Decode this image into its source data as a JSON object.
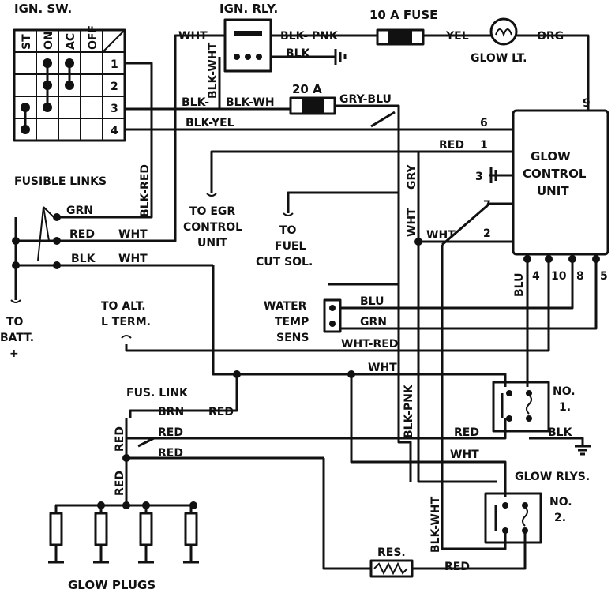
{
  "ign_switch": {
    "title": "IGN. SW.",
    "columns": [
      "ST",
      "ON",
      "AC",
      "OFF"
    ],
    "rows": [
      "1",
      "2",
      "3",
      "4"
    ]
  },
  "ign_relay": {
    "title": "IGN. RLY."
  },
  "fuse10": {
    "title": "10 A FUSE"
  },
  "fuse20": {
    "title": "20 A"
  },
  "glow_light": {
    "title": "GLOW LT."
  },
  "glow_control": {
    "title": [
      "GLOW",
      "CONTROL",
      "UNIT"
    ],
    "pins": [
      "9",
      "6",
      "1",
      "3",
      "7",
      "2",
      "4",
      "10",
      "8",
      "5"
    ]
  },
  "fusible_links": {
    "title": "FUSIBLE LINKS"
  },
  "to_batt": {
    "line1": "TO",
    "line2": "BATT.",
    "line3": "+"
  },
  "to_egr": {
    "lines": [
      "TO EGR",
      "CONTROL",
      "UNIT"
    ]
  },
  "to_fuel": {
    "lines": [
      "TO",
      "FUEL",
      "CUT SOL."
    ]
  },
  "to_alt": {
    "lines": [
      "TO ALT.",
      "L TERM."
    ]
  },
  "water_temp": {
    "lines": [
      "WATER",
      "TEMP",
      "SENS"
    ]
  },
  "fus_link": {
    "title": "FUS. LINK"
  },
  "glow_relays": {
    "title": "GLOW RLYS.",
    "no1": [
      "NO.",
      "1."
    ],
    "no2": [
      "NO.",
      "2."
    ]
  },
  "resistor": {
    "title": "RES."
  },
  "glow_plugs": {
    "title": "GLOW PLUGS"
  },
  "wires": {
    "wht_top": "WHT",
    "blk_pnk_top": "BLK- PNK",
    "blk_relay": "BLK",
    "yel": "YEL",
    "org": "ORG",
    "blk_wht_vert": "BLK-WHT",
    "blk": "BLK-",
    "blk_wh": "BLK-WH",
    "gry_blu": "GRY-BLU",
    "blk_yel": "BLK-YEL",
    "blk_red": "BLK-RED",
    "red1": "RED",
    "gry": "GRY",
    "wht_vert": "WHT",
    "wht2": "WHT",
    "grn_fl": "GRN",
    "red_fl": "RED",
    "wht_fl": "WHT",
    "blk_fl": "BLK",
    "wht_fl2": "WHT",
    "blu_gcu": "BLU",
    "blu_ws": "BLU",
    "grn_ws": "GRN",
    "wht_red": "WHT-RED",
    "wht_mid": "WHT",
    "blk_pnk_vert": "BLK-PNK",
    "brn": "BRN",
    "red_fus": "RED",
    "red_a": "RED",
    "red_b": "RED",
    "red_vert1": "RED",
    "red_vert2": "RED",
    "red_no1": "RED",
    "blk_no1": "BLK",
    "wht_no2": "WHT",
    "blk_wht_vert2": "BLK-WHT",
    "red_res": "RED"
  }
}
